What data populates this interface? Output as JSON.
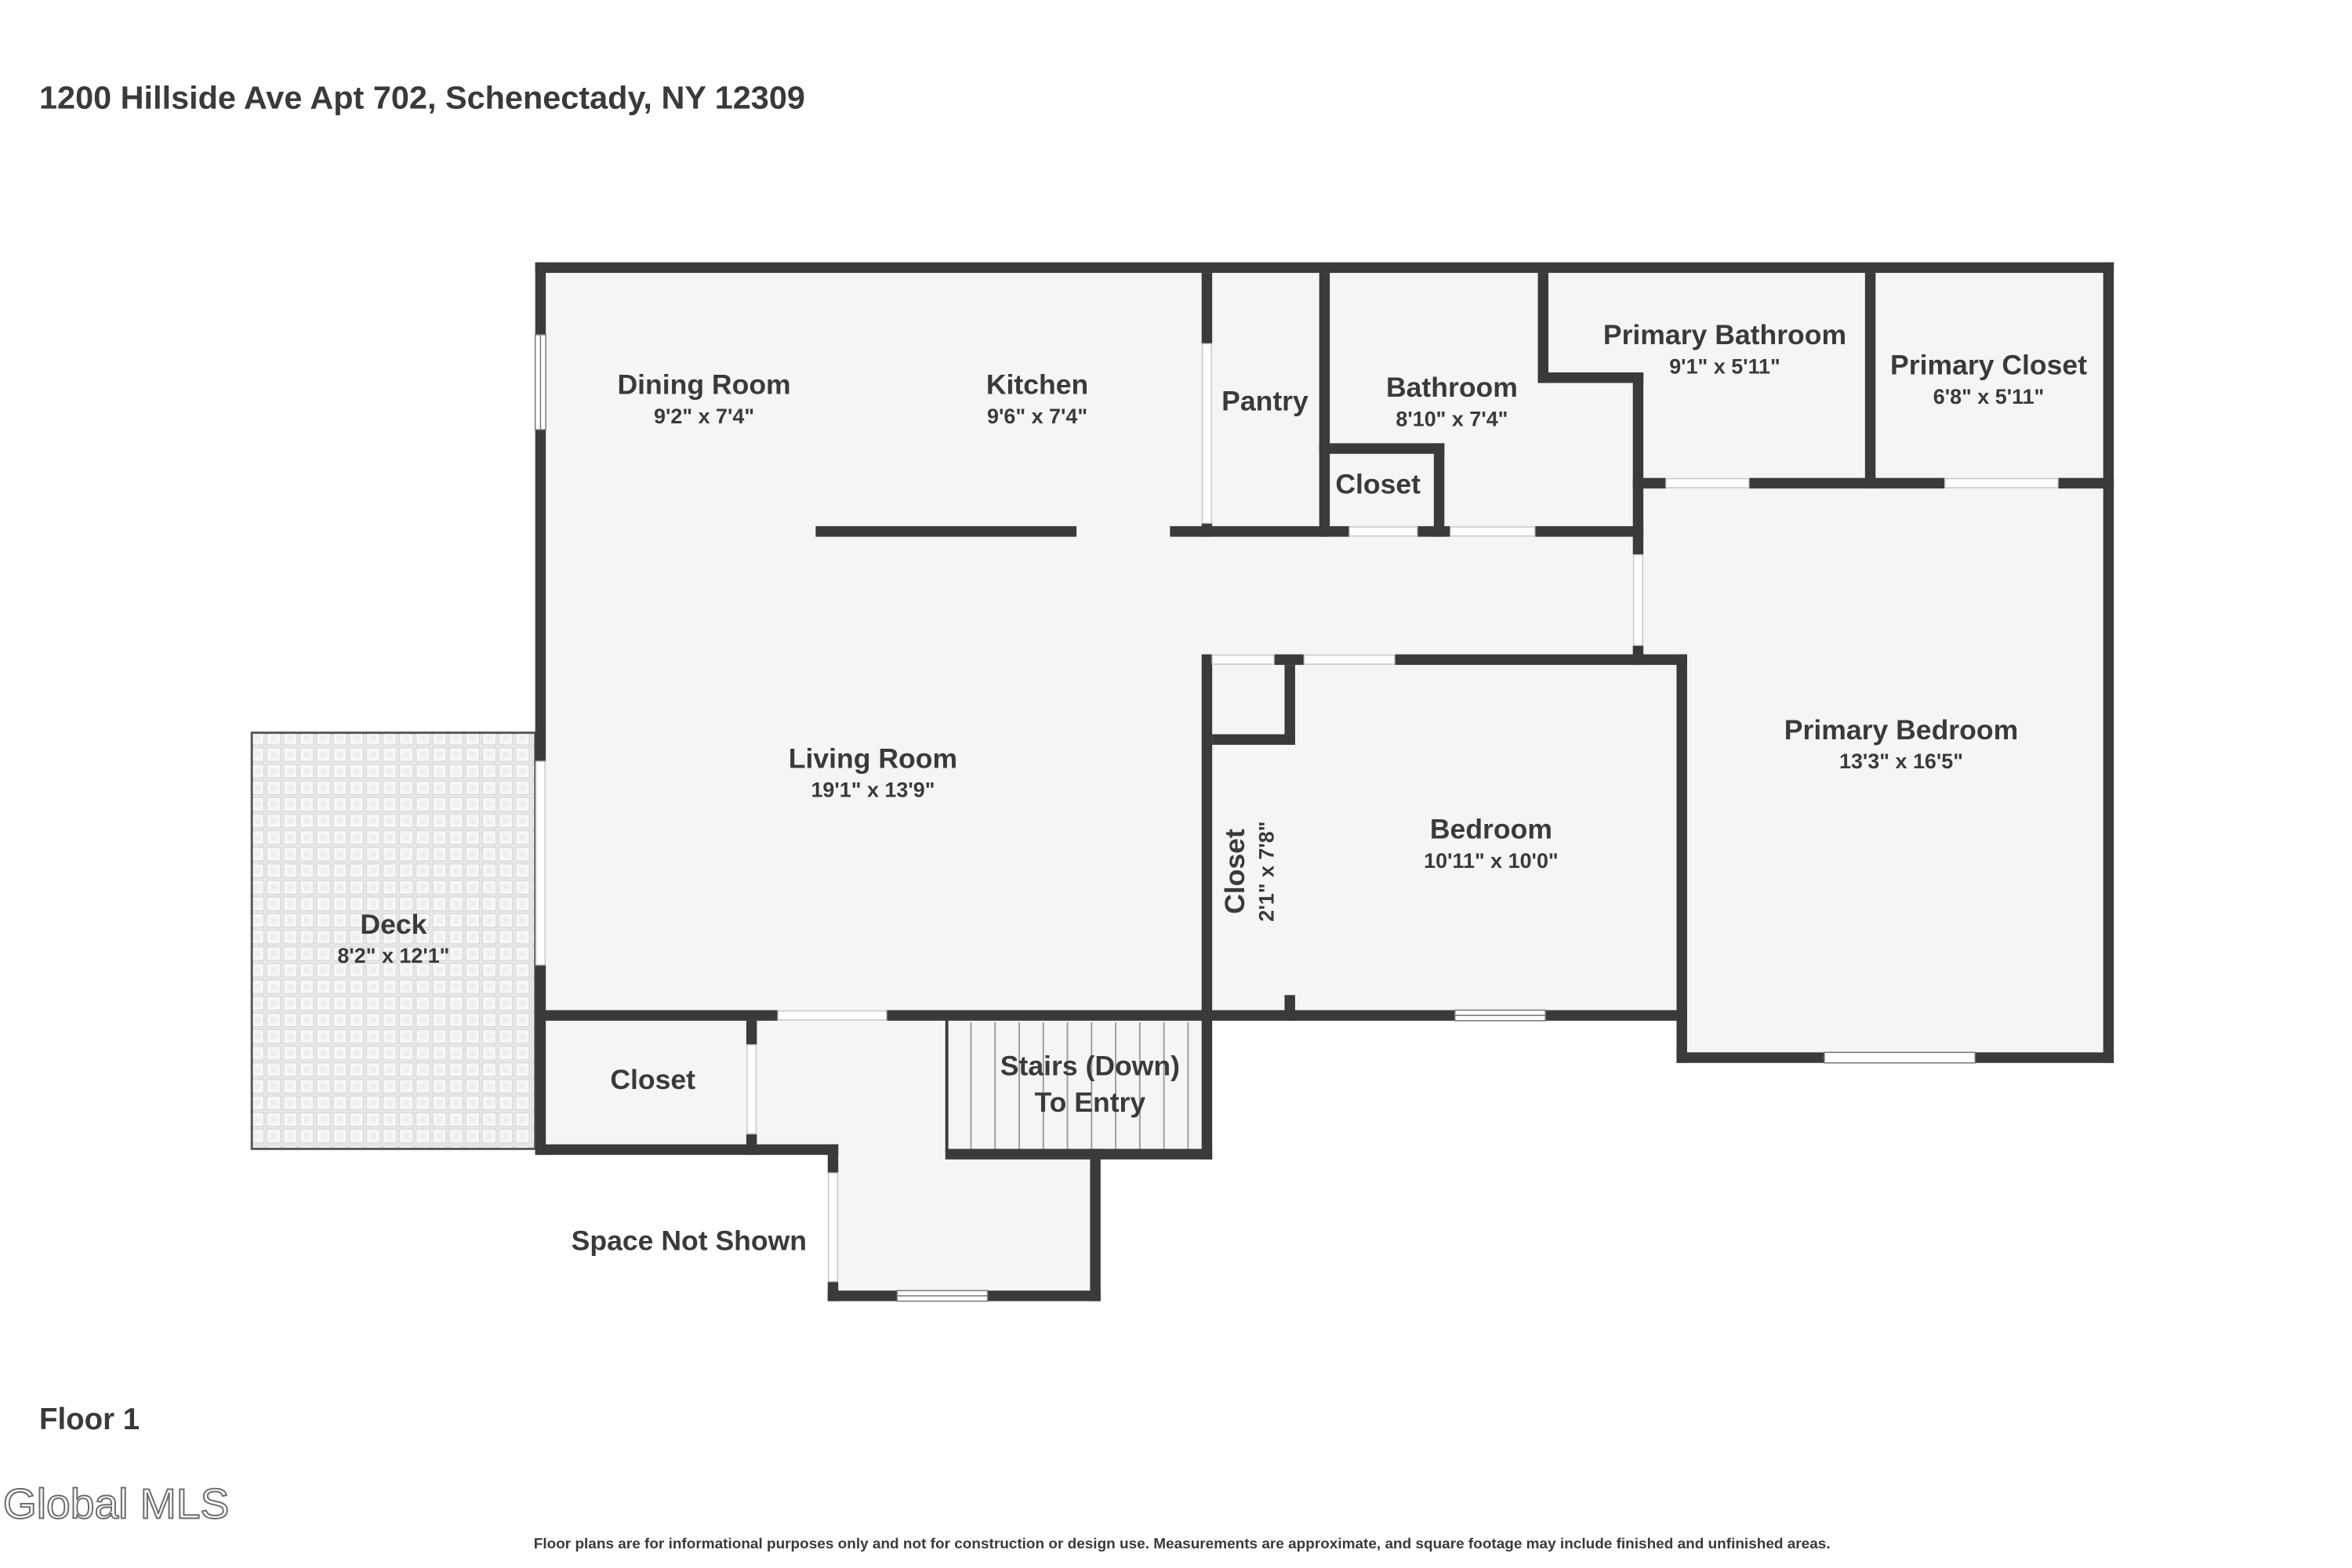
{
  "header": {
    "address": "1200 Hillside Ave Apt 702, Schenectady, NY 12309"
  },
  "floor_label": "Floor 1",
  "logo": {
    "text": "Global MLS"
  },
  "disclaimer": "Floor plans are for informational purposes only and not for construction or design use. Measurements are approximate, and square footage may include finished and unfinished areas.",
  "rooms": [
    {
      "name": "Dining Room",
      "dims": "9'2\" x 7'4\""
    },
    {
      "name": "Kitchen",
      "dims": "9'6\" x 7'4\""
    },
    {
      "name": "Pantry"
    },
    {
      "name": "Bathroom",
      "dims": "8'10\" x 7'4\""
    },
    {
      "name": "Closet"
    },
    {
      "name": "Primary Bathroom",
      "dims": "9'1\" x 5'11\""
    },
    {
      "name": "Primary Closet",
      "dims": "6'8\" x 5'11\""
    },
    {
      "name": "Living Room",
      "dims": "19'1\" x 13'9\""
    },
    {
      "name": "Primary Bedroom",
      "dims": "13'3\" x 16'5\""
    },
    {
      "name": "Bedroom",
      "dims": "10'11\" x 10'0\""
    },
    {
      "name": "Closet",
      "dims": "2'1\" x 7'8\""
    },
    {
      "name": "Deck",
      "dims": "8'2\" x 12'1\""
    },
    {
      "name": "Closet"
    },
    {
      "name_lines": [
        "Stairs (Down)",
        "To Entry"
      ]
    },
    {
      "name": "Space Not Shown"
    }
  ],
  "colors": {
    "wall": "#3a3a3a",
    "floor": "#f5f5f5",
    "text": "#3a3a3a",
    "background": "#ffffff"
  }
}
